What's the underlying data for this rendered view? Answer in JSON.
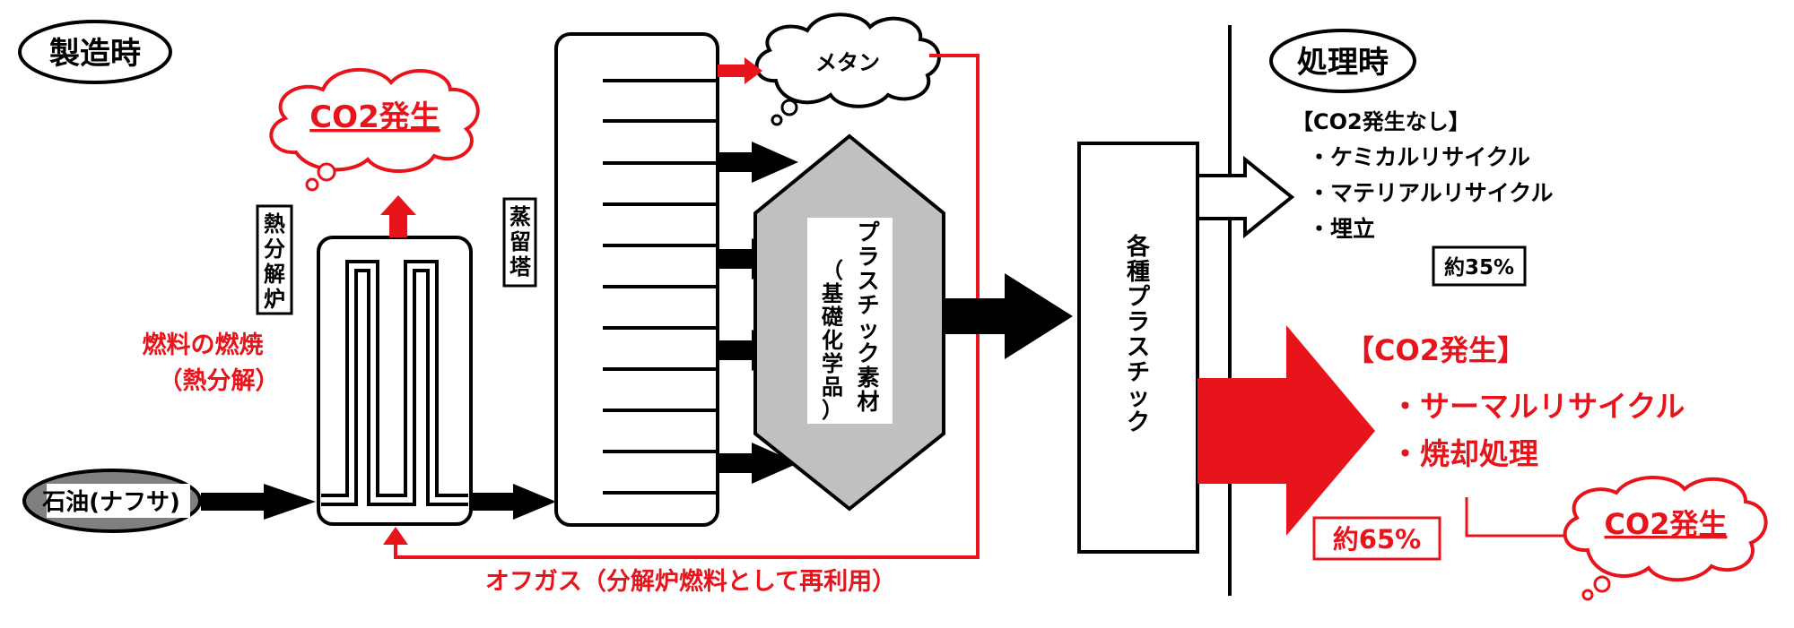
{
  "sections": {
    "manufacturing": "製造時",
    "disposal": "処理時"
  },
  "manufacturing": {
    "feedstock": "石油(ナフサ)",
    "cracker_label": [
      "熱",
      "分",
      "解",
      "炉"
    ],
    "fuel_combustion_line1": "燃料の燃焼",
    "fuel_combustion_line2": "（熱分解）",
    "cloud_co2": "CO2発生",
    "distillation_label": [
      "蒸",
      "留",
      "塔"
    ],
    "methane": "メタン",
    "plastic_material": [
      "プ",
      "ラ",
      "ス",
      "チ",
      "ッ",
      "ク",
      "素",
      "材"
    ],
    "basic_chemicals": [
      "（",
      "基",
      "礎",
      "化",
      "学",
      "品",
      "）"
    ],
    "offgas": "オフガス（分解炉燃料として再利用）"
  },
  "plastics_box": [
    "各",
    "種",
    "プ",
    "ラ",
    "ス",
    "チ",
    "ッ",
    "ク"
  ],
  "disposal": {
    "no_co2_heading": "【CO2発生なし】",
    "no_co2_items": [
      "・ケミカルリサイクル",
      "・マテリアルリサイクル",
      "・埋立"
    ],
    "no_co2_share": "約35%",
    "co2_heading": "【CO2発生】",
    "co2_items": [
      "・サーマルリサイクル",
      "・焼却処理"
    ],
    "co2_share": "約65%",
    "cloud_co2": "CO2発生"
  },
  "colors": {
    "red": "#e8141c",
    "black": "#000000",
    "gray": "#c0c0c0",
    "node_gray": "#808080"
  }
}
